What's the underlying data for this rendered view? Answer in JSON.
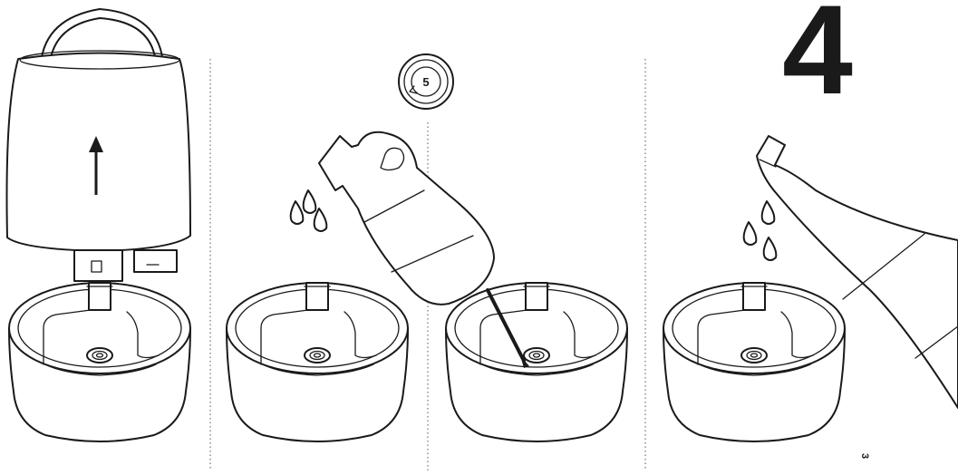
{
  "step": {
    "number": "4"
  },
  "timer": {
    "minutes": "5"
  },
  "page": {
    "number": "3"
  },
  "panels": [
    {
      "id": "remove-top"
    },
    {
      "id": "pour-vinegar"
    },
    {
      "id": "scrub-base"
    },
    {
      "id": "rinse-water"
    }
  ]
}
